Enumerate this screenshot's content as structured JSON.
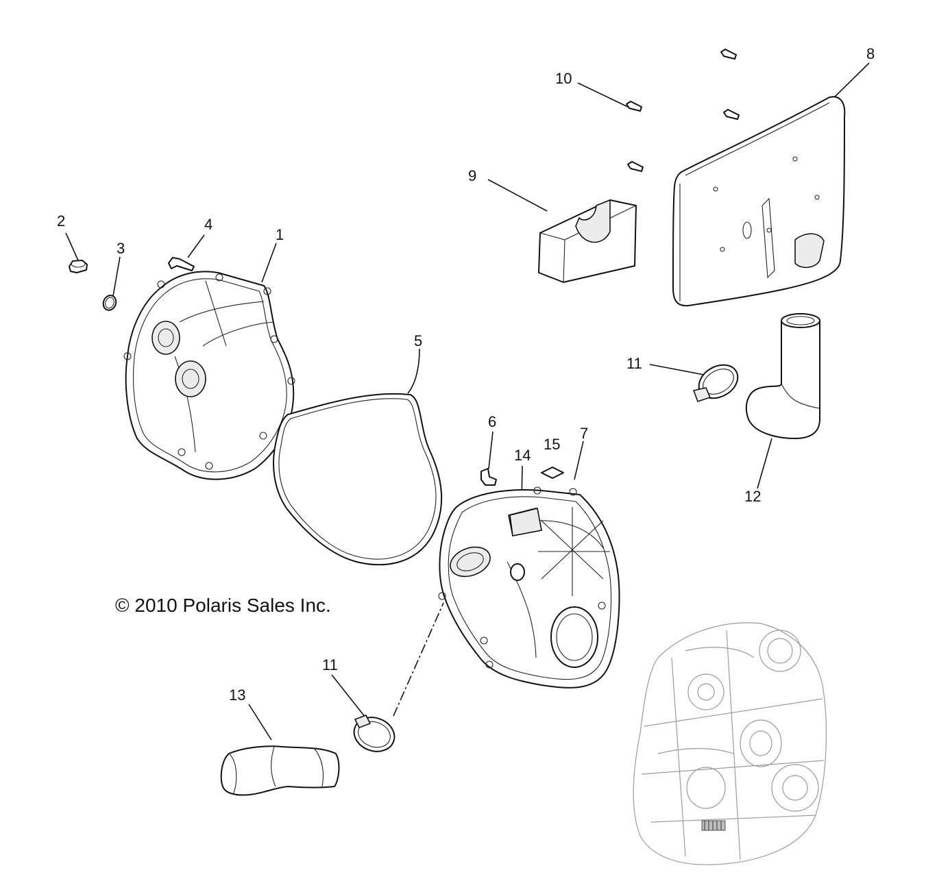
{
  "copyright": "© 2010 Polaris Sales Inc.",
  "callouts": {
    "c1": "1",
    "c2": "2",
    "c3": "3",
    "c4": "4",
    "c5": "5",
    "c6": "6",
    "c7": "7",
    "c8": "8",
    "c9": "9",
    "c10": "10",
    "c11a": "11",
    "c11b": "11",
    "c12": "12",
    "c13": "13",
    "c14": "14",
    "c15": "15"
  }
}
